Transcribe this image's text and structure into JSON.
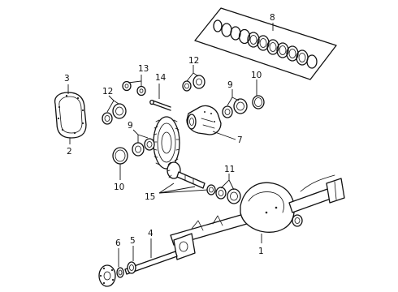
{
  "diagram": {
    "callouts": {
      "c1": "1",
      "c2": "2",
      "c3": "3",
      "c4": "4",
      "c5": "5",
      "c6": "6",
      "c7": "7",
      "c8": "8",
      "c9a": "9",
      "c9b": "9",
      "c10a": "10",
      "c10b": "10",
      "c11": "11",
      "c12a": "12",
      "c12b": "12",
      "c13": "13",
      "c14": "14",
      "c15": "15"
    }
  }
}
